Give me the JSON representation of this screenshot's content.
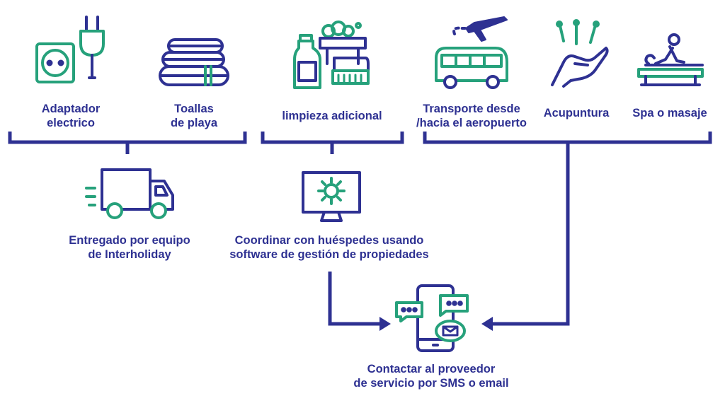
{
  "colors": {
    "navy": "#2e3192",
    "green": "#26a17b"
  },
  "items": [
    {
      "icon": "power-adapter-icon",
      "lines": [
        "Adaptador",
        "electrico"
      ]
    },
    {
      "icon": "beach-towels-icon",
      "lines": [
        "Toallas",
        "de playa"
      ]
    },
    {
      "icon": "cleaning-supplies-icon",
      "lines": [
        "limpieza adicional"
      ]
    },
    {
      "icon": "airport-shuttle-icon",
      "lines": [
        "Transporte desde",
        "/hacia el aeropuerto"
      ]
    },
    {
      "icon": "acupuncture-icon",
      "lines": [
        "Acupuntura"
      ]
    },
    {
      "icon": "spa-massage-icon",
      "lines": [
        "Spa o masaje"
      ]
    }
  ],
  "delivery": {
    "icon": "delivery-truck-icon",
    "lines": [
      "Entregado por equipo",
      "de Interholiday"
    ]
  },
  "software": {
    "icon": "pms-monitor-icon",
    "lines": [
      "Coordinar con huéspedes usando",
      "software de gestión de propiedades"
    ]
  },
  "contact": {
    "icon": "smartphone-messages-icon",
    "lines": [
      "Contactar al proveedor",
      "de servicio por SMS o email"
    ]
  }
}
